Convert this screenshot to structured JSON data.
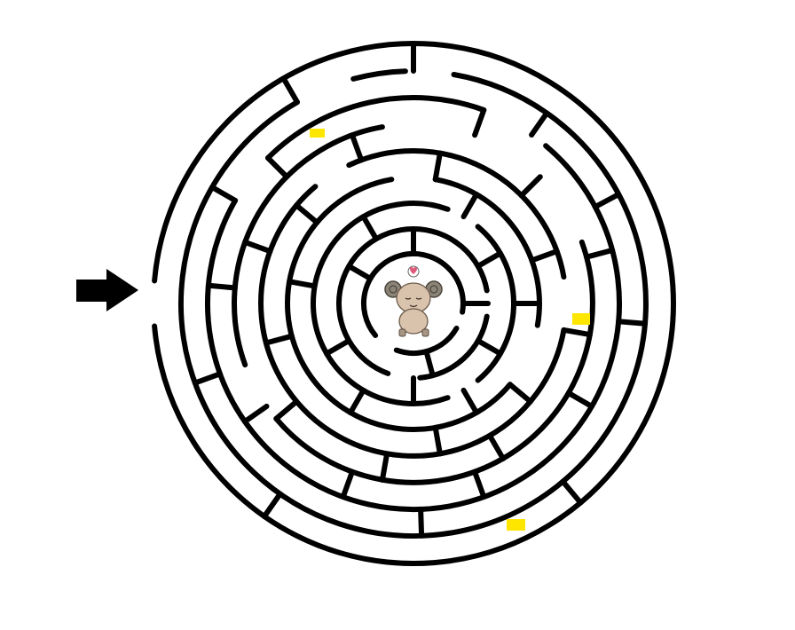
{
  "maze": {
    "type": "circular-maze",
    "goal": "ram-character",
    "entrance_marker": "arrow-right-icon",
    "collectibles": [
      {
        "name": "gold-bar-1",
        "color": "#ffe600"
      },
      {
        "name": "gold-bar-2",
        "color": "#ffe600"
      },
      {
        "name": "gold-bar-3",
        "color": "#ffe600"
      }
    ],
    "heart_color": "#e05a7a",
    "wall_color": "#000000",
    "background_color": "#ffffff"
  }
}
